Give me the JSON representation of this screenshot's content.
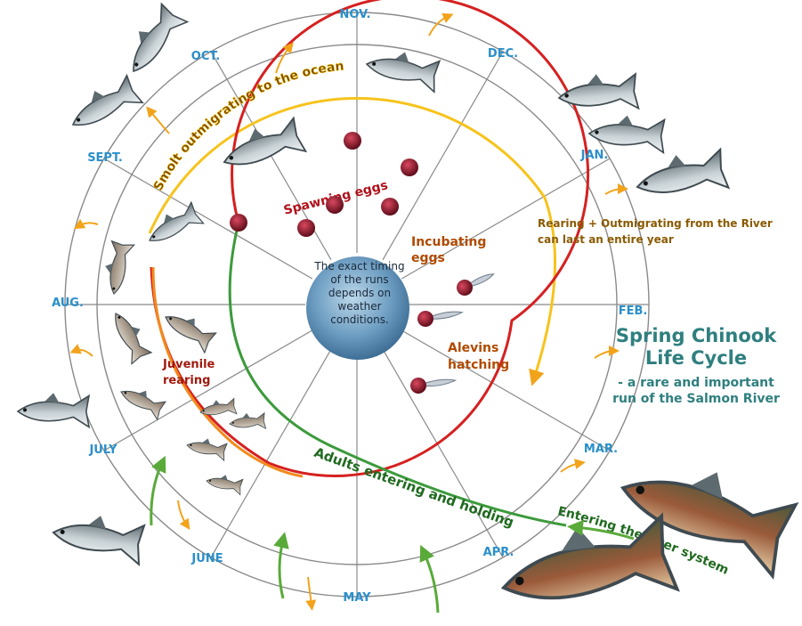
{
  "months": {
    "nov": "NOV.",
    "dec": "DEC.",
    "jan": "JAN.",
    "feb": "FEB.",
    "mar": "MAR.",
    "apr": "APR.",
    "may": "MAY",
    "june": "JUNE",
    "july": "JULY",
    "aug": "AUG.",
    "sept": "SEPT.",
    "oct": "OCT."
  },
  "center_note": "The exact timing of the runs depends on weather conditions.",
  "stages": {
    "smolt": "Smolt outmigrating to the ocean",
    "spawning": "Spawning eggs",
    "incubating_1": "Incubating",
    "incubating_2": "eggs",
    "alevins_1": "Alevins",
    "alevins_2": "hatching",
    "juvenile_1": "Juvenile",
    "juvenile_2": "rearing",
    "adults": "Adults entering and holding",
    "entering": "Entering the river system",
    "rearing_note_1": "Rearing + Outmigrating from the River",
    "rearing_note_2": "can last an entire year"
  },
  "title": {
    "line1": "Spring Chinook",
    "line2": "Life Cycle",
    "sub1": "- a rare and important",
    "sub2": "run of the Salmon River"
  },
  "colors": {
    "month_label": "#2a8fc9",
    "wheel_line": "#8a8a8a",
    "red_stage": "#d62020",
    "orange_stage": "#f2a31b",
    "yellow_stage": "#f7c31c",
    "green_stage": "#3c9a3c",
    "title": "#2f7f7f",
    "egg": "#7a1020"
  }
}
